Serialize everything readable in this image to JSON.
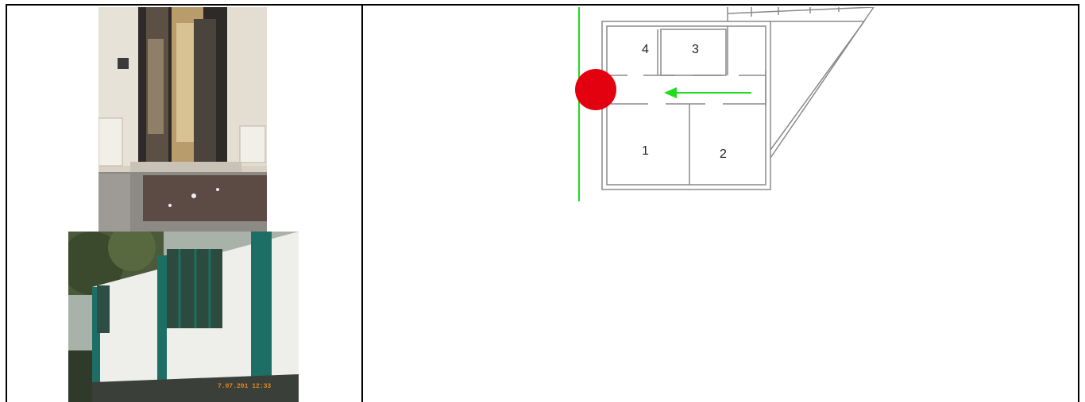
{
  "photos": {
    "door_photo": {
      "subject": "building entrance door with doormat"
    },
    "cabin_photo": {
      "subject": "white prefab cabin with green trim",
      "date_stamp": "7.07.201  12:33"
    }
  },
  "floorplan": {
    "room_labels": [
      "4",
      "3",
      "1",
      "2"
    ],
    "colors": {
      "route_arrow": "#1fdc1f",
      "assembly_point": "#e3000f",
      "boundary_line": "#1fdc1f",
      "walls": "#8a8a8a"
    }
  }
}
